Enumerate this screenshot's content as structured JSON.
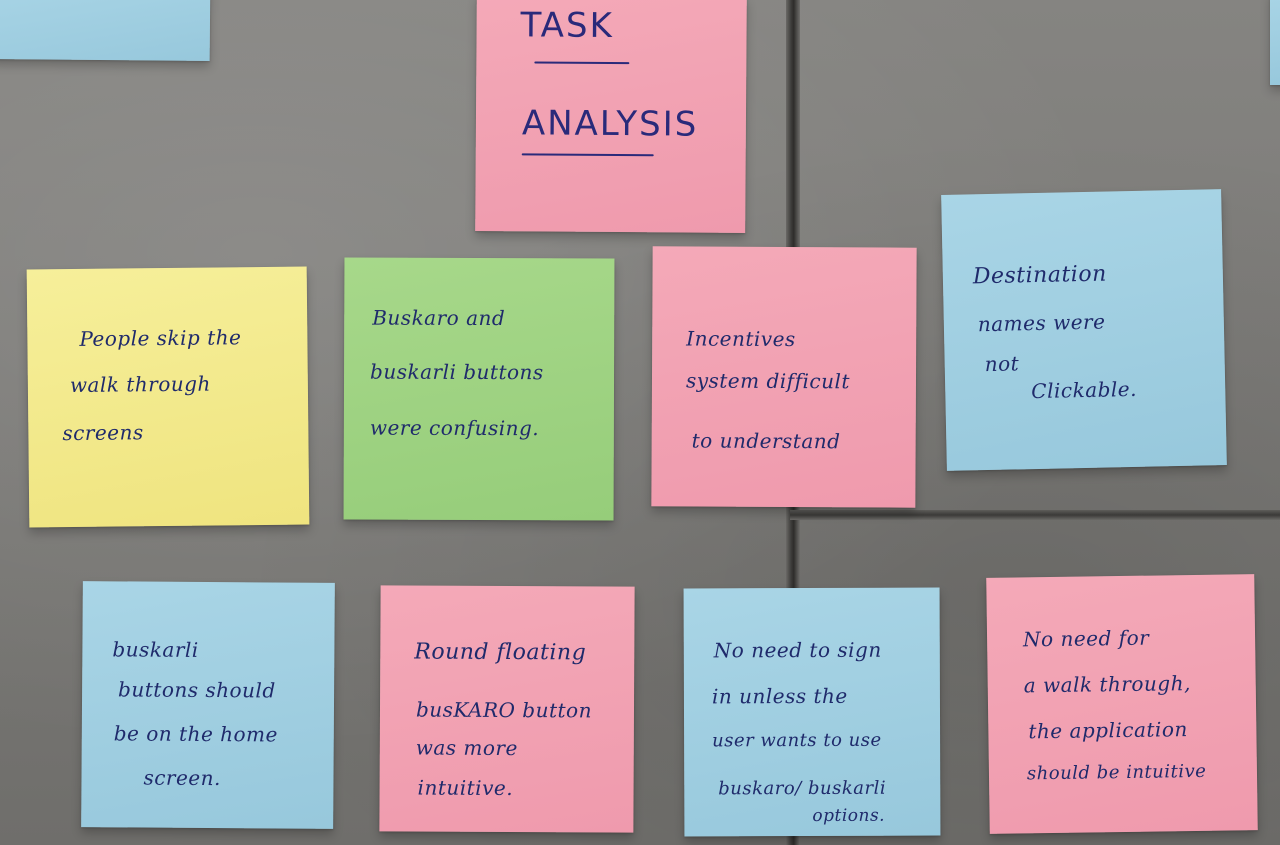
{
  "title_note": {
    "lines": [
      "TASK",
      "ANALYSIS"
    ]
  },
  "notes": [
    {
      "color": "yellow",
      "lines": [
        "People skip the",
        "walk through",
        "screens"
      ]
    },
    {
      "color": "green",
      "lines": [
        "Buskaro and",
        "buskarli buttons",
        "were confusing."
      ]
    },
    {
      "color": "pink",
      "lines": [
        "Incentives",
        "system difficult",
        "to understand"
      ]
    },
    {
      "color": "blue",
      "lines": [
        "Destination",
        "names were",
        "not",
        "Clickable."
      ]
    },
    {
      "color": "blue",
      "lines": [
        "buskarli",
        "buttons should",
        "be on the home",
        "screen."
      ]
    },
    {
      "color": "pink",
      "lines": [
        "Round floating",
        "busKARO button",
        "was more",
        "intuitive."
      ]
    },
    {
      "color": "blue",
      "lines": [
        "No need to sign",
        "in unless the",
        "user wants to use",
        "buskaro/ buskarli",
        "options."
      ]
    },
    {
      "color": "pink",
      "lines": [
        "No need for",
        "a walk through,",
        "the application",
        "should be intuitive"
      ]
    }
  ],
  "colors": {
    "yellow": "#f3ec93",
    "green": "#a0d485",
    "pink": "#f3a3b4",
    "blue": "#a2cfe2",
    "ink": "#1f2a6b"
  }
}
